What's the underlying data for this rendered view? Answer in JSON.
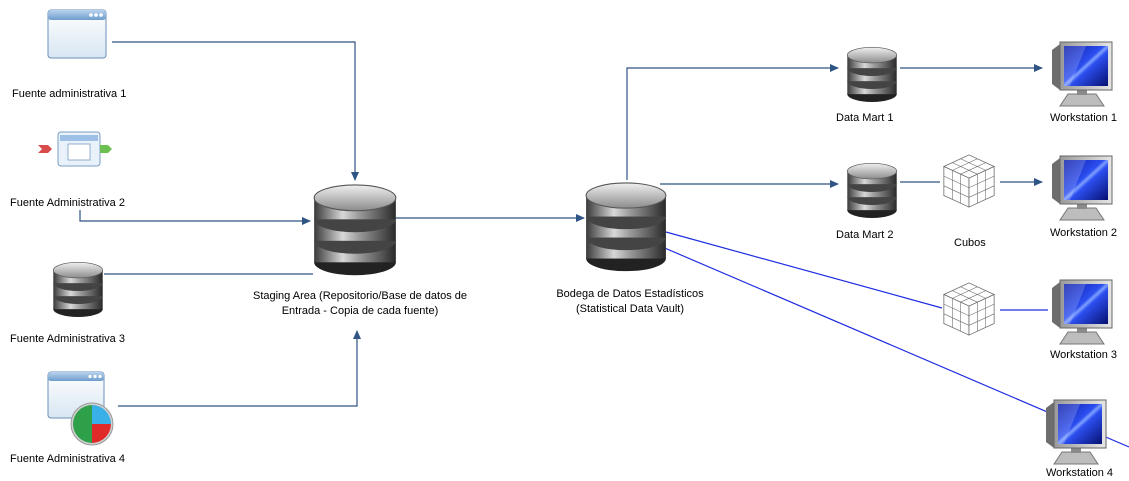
{
  "sources": [
    {
      "label": "Fuente administrativa 1",
      "icon": "window-icon"
    },
    {
      "label": "Fuente Administrativa 2",
      "icon": "process-window-icon"
    },
    {
      "label": "Fuente Administrativa 3",
      "icon": "database-icon"
    },
    {
      "label": "Fuente Administrativa 4",
      "icon": "window-pie-chart-icon"
    }
  ],
  "staging": {
    "line1": "Staging Area (Repositorio/Base de datos de",
    "line2": "Entrada - Copia de cada fuente)",
    "icon": "database-icon"
  },
  "warehouse": {
    "line1": "Bodega de Datos Estadísticos",
    "line2": "(Statistical Data Vault)",
    "icon": "database-icon"
  },
  "marts": [
    {
      "label": "Data Mart 1",
      "icon": "database-icon"
    },
    {
      "label": "Data Mart 2",
      "icon": "database-icon"
    }
  ],
  "cubes": {
    "label": "Cubos",
    "icon": "cube-icon"
  },
  "workstations": [
    {
      "label": "Workstation 1",
      "icon": "monitor-icon"
    },
    {
      "label": "Workstation 2",
      "icon": "monitor-icon"
    },
    {
      "label": "Workstation 3",
      "icon": "monitor-icon"
    },
    {
      "label": "Workstation 4",
      "icon": "monitor-icon"
    }
  ],
  "colors": {
    "connector": "#2f5585",
    "connector_blue": "#1f2fe0"
  }
}
